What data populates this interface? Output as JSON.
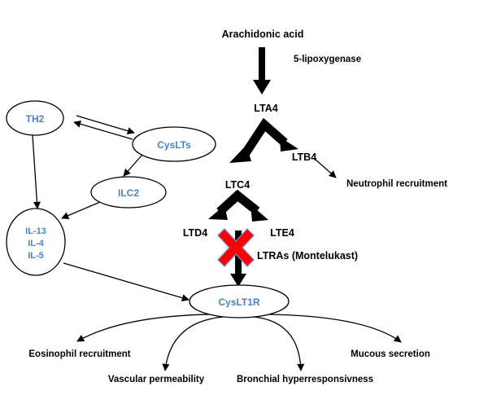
{
  "pathway": {
    "arachidonic_acid": "Arachidonic acid",
    "enzyme": "5-lipoxygenase",
    "lta4": "LTA4",
    "ltb4": "LTB4",
    "neutrophil": "Neutrophil recruitment",
    "ltc4": "LTC4",
    "ltd4": "LTD4",
    "lte4": "LTE4",
    "ltras": "LTRAs (Montelukast)"
  },
  "nodes": {
    "th2": "TH2",
    "cyslts": "CysLTs",
    "ilc2": "ILC2",
    "il13": "IL-13",
    "il4": "IL-4",
    "il5": "IL-5",
    "cyslt1r": "CysLT1R"
  },
  "effects": {
    "eosinophil": "Eosinophil recruitment",
    "vascular": "Vascular permeability",
    "bronchial": "Bronchial hyperresponsivness",
    "mucous": "Mucous secretion"
  },
  "colors": {
    "node_text": "#4f81bd",
    "block_x_fill": "#ff0000",
    "block_x_outline": "#7f7fbf"
  }
}
